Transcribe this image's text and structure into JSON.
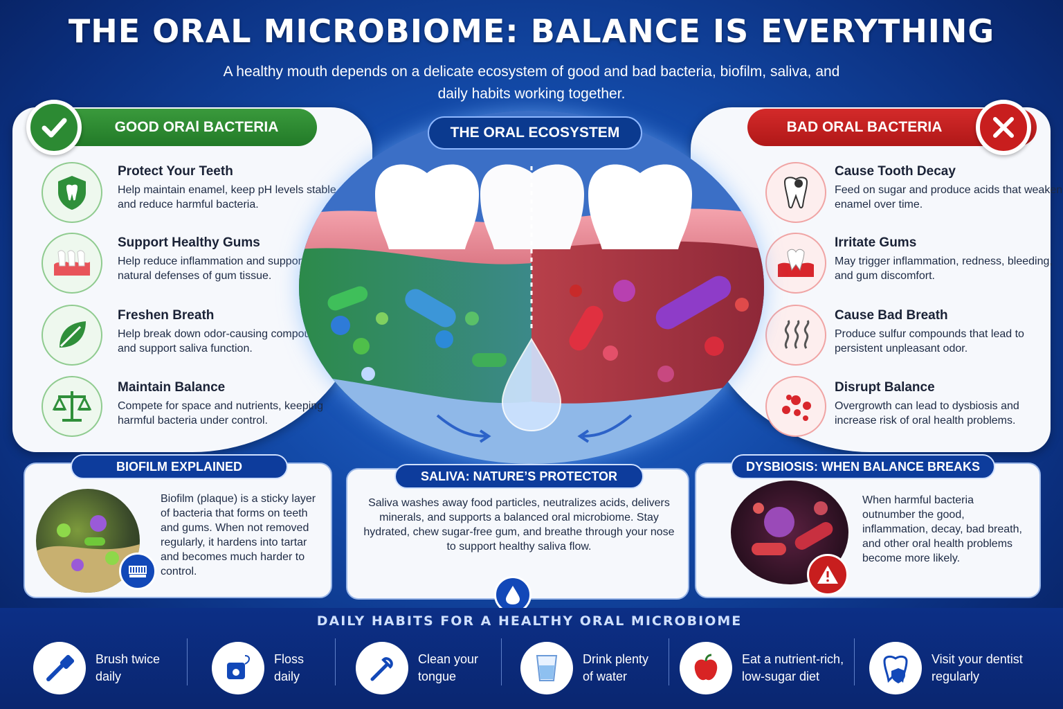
{
  "header": {
    "title": "THE ORAL MICROBIOME: BALANCE IS EVERYTHING",
    "subtitle": "A healthy mouth depends on a delicate ecosystem of good and bad bacteria, biofilm, saliva, and daily habits working together."
  },
  "good": {
    "label": "GOOD ORAl BACTERIA",
    "items": [
      {
        "title": "Protect Your Teeth",
        "text": "Help maintain enamel, keep pH levels stable, and reduce harmful bacteria.",
        "icon": "shield-tooth-icon"
      },
      {
        "title": "Support Healthy Gums",
        "text": "Help reduce inflammation and support the natural defenses of gum tissue.",
        "icon": "gums-icon"
      },
      {
        "title": "Freshen Breath",
        "text": "Help break down odor-causing compounds and support saliva function.",
        "icon": "leaf-icon"
      },
      {
        "title": "Maintain Balance",
        "text": "Compete for space and nutrients, keeping harmful bacteria under control.",
        "icon": "scale-icon"
      }
    ]
  },
  "bad": {
    "label": "BAD ORAL BACTERIA",
    "items": [
      {
        "title": "Cause Tooth Decay",
        "text": "Feed on sugar and produce acids that weaken enamel over time.",
        "icon": "decayed-tooth-icon"
      },
      {
        "title": "Irritate Gums",
        "text": "May trigger inflammation, redness, bleeding, and gum discomfort.",
        "icon": "irritated-gums-icon"
      },
      {
        "title": "Cause Bad Breath",
        "text": "Produce sulfur compounds that lead to persistent unpleasant odor.",
        "icon": "odor-waves-icon"
      },
      {
        "title": "Disrupt Balance",
        "text": "Overgrowth can lead to dysbiosis and increase risk of oral health problems.",
        "icon": "bacteria-dots-icon"
      }
    ]
  },
  "ecosystem": {
    "title": "THE ORAL ECOSYSTEM"
  },
  "biofilm": {
    "title": "BIOFILM EXPLAINED",
    "text": "Biofilm (plaque) is a sticky layer of bacteria that forms on teeth and gums. When not removed regularly, it hardens into tartar and becomes much harder to control."
  },
  "saliva": {
    "title": "SALIVA: NATURE’S PROTECTOR",
    "text": "Saliva washes away food particles, neutralizes acids, delivers minerals, and supports a balanced oral microbiome. Stay hydrated, chew sugar-free gum, and breathe through your nose to support healthy saliva flow."
  },
  "dysbiosis": {
    "title": "DYSBIOSIS: WHEN BALANCE BREAKS",
    "text": "When harmful bacteria outnumber the good, inflammation, decay, bad breath, and other oral health problems become more likely."
  },
  "habits": {
    "title": "DAILY HABITS FOR A HEALTHY ORAL MICROBIOME",
    "items": [
      {
        "label": "Brush twice\ndaily",
        "icon": "toothbrush-icon"
      },
      {
        "label": "Floss\ndaily",
        "icon": "floss-icon"
      },
      {
        "label": "Clean your\ntongue",
        "icon": "tongue-scraper-icon"
      },
      {
        "label": "Drink plenty\nof water",
        "icon": "water-glass-icon"
      },
      {
        "label": "Eat a nutrient-rich,\nlow-sugar diet",
        "icon": "apple-icon"
      },
      {
        "label": "Visit your dentist\nregularly",
        "icon": "tooth-shield-icon"
      }
    ]
  },
  "colors": {
    "good": "#2c8a33",
    "bad": "#c81e1e",
    "navy": "#0d3c9c"
  }
}
